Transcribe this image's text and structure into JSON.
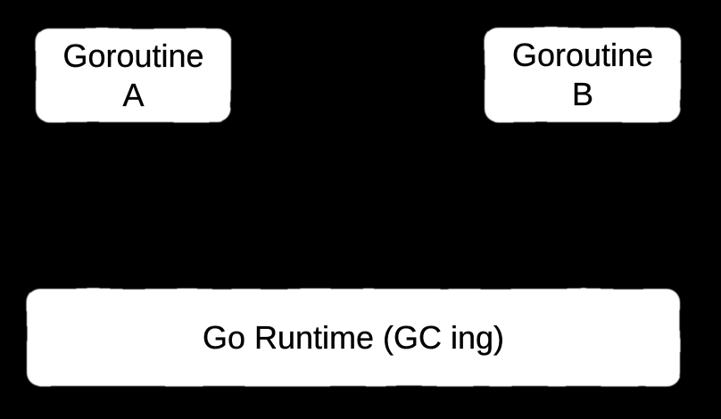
{
  "diagram": {
    "background_color": "#000000",
    "box_fill": "#ffffff",
    "text_color": "#000000",
    "nodes": [
      {
        "name": "goroutine-a",
        "line1": "Goroutine",
        "line2": "A"
      },
      {
        "name": "goroutine-b",
        "line1": "Goroutine",
        "line2": "B"
      },
      {
        "name": "go-runtime",
        "line1": "Go Runtime (GC ing)"
      }
    ]
  }
}
